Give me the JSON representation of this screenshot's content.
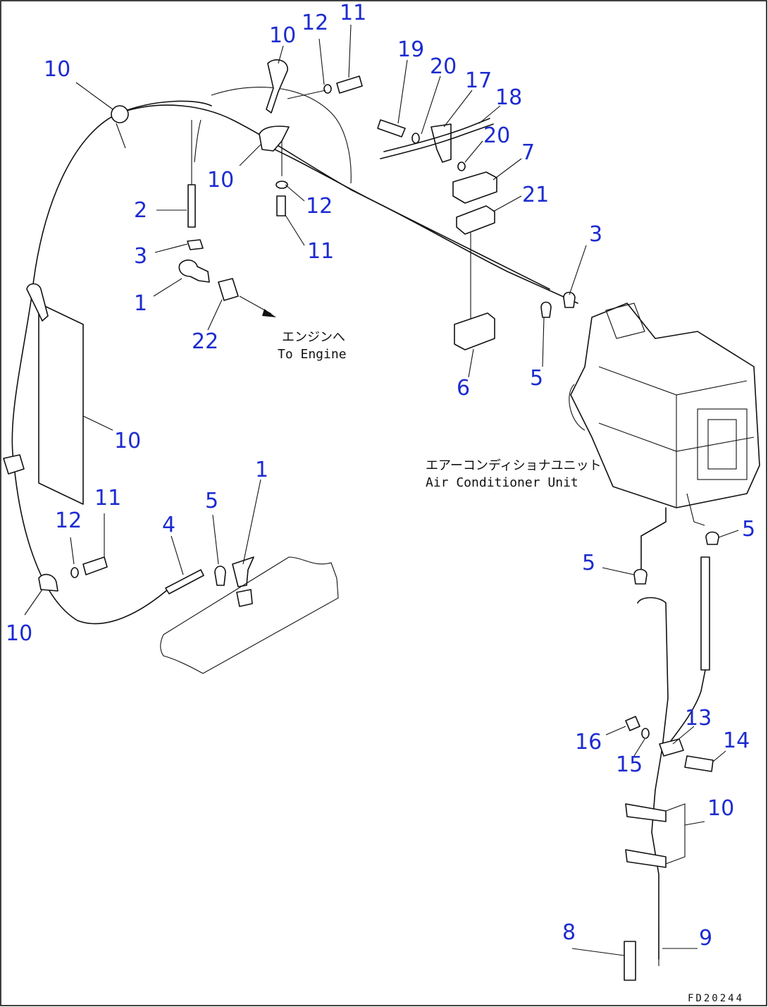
{
  "captions": {
    "engine_jp": "エンジンへ",
    "engine_en": "To Engine",
    "unit_jp": "エアーコンディショナユニット",
    "unit_en": "Air Conditioner Unit"
  },
  "drawing_code": "FD20244",
  "callouts": [
    {
      "id": "c10a",
      "label": "10"
    },
    {
      "id": "c10b",
      "label": "10"
    },
    {
      "id": "c12a",
      "label": "12"
    },
    {
      "id": "c11a",
      "label": "11"
    },
    {
      "id": "c19",
      "label": "19"
    },
    {
      "id": "c20a",
      "label": "20"
    },
    {
      "id": "c17",
      "label": "17"
    },
    {
      "id": "c18",
      "label": "18"
    },
    {
      "id": "c20b",
      "label": "20"
    },
    {
      "id": "c7",
      "label": "7"
    },
    {
      "id": "c10c",
      "label": "10"
    },
    {
      "id": "c12b",
      "label": "12"
    },
    {
      "id": "c2",
      "label": "2"
    },
    {
      "id": "c21",
      "label": "21"
    },
    {
      "id": "c3a",
      "label": "3"
    },
    {
      "id": "c11b",
      "label": "11"
    },
    {
      "id": "c3b",
      "label": "3"
    },
    {
      "id": "c1a",
      "label": "1"
    },
    {
      "id": "c22",
      "label": "22"
    },
    {
      "id": "c6",
      "label": "6"
    },
    {
      "id": "c5a",
      "label": "5"
    },
    {
      "id": "c10d",
      "label": "10"
    },
    {
      "id": "c1b",
      "label": "1"
    },
    {
      "id": "c11c",
      "label": "11"
    },
    {
      "id": "c5b",
      "label": "5"
    },
    {
      "id": "c12c",
      "label": "12"
    },
    {
      "id": "c4",
      "label": "4"
    },
    {
      "id": "c5c",
      "label": "5"
    },
    {
      "id": "c5d",
      "label": "5"
    },
    {
      "id": "c10e",
      "label": "10"
    },
    {
      "id": "c13",
      "label": "13"
    },
    {
      "id": "c14",
      "label": "14"
    },
    {
      "id": "c16",
      "label": "16"
    },
    {
      "id": "c15",
      "label": "15"
    },
    {
      "id": "c10f",
      "label": "10"
    },
    {
      "id": "c8",
      "label": "8"
    },
    {
      "id": "c9",
      "label": "9"
    }
  ]
}
